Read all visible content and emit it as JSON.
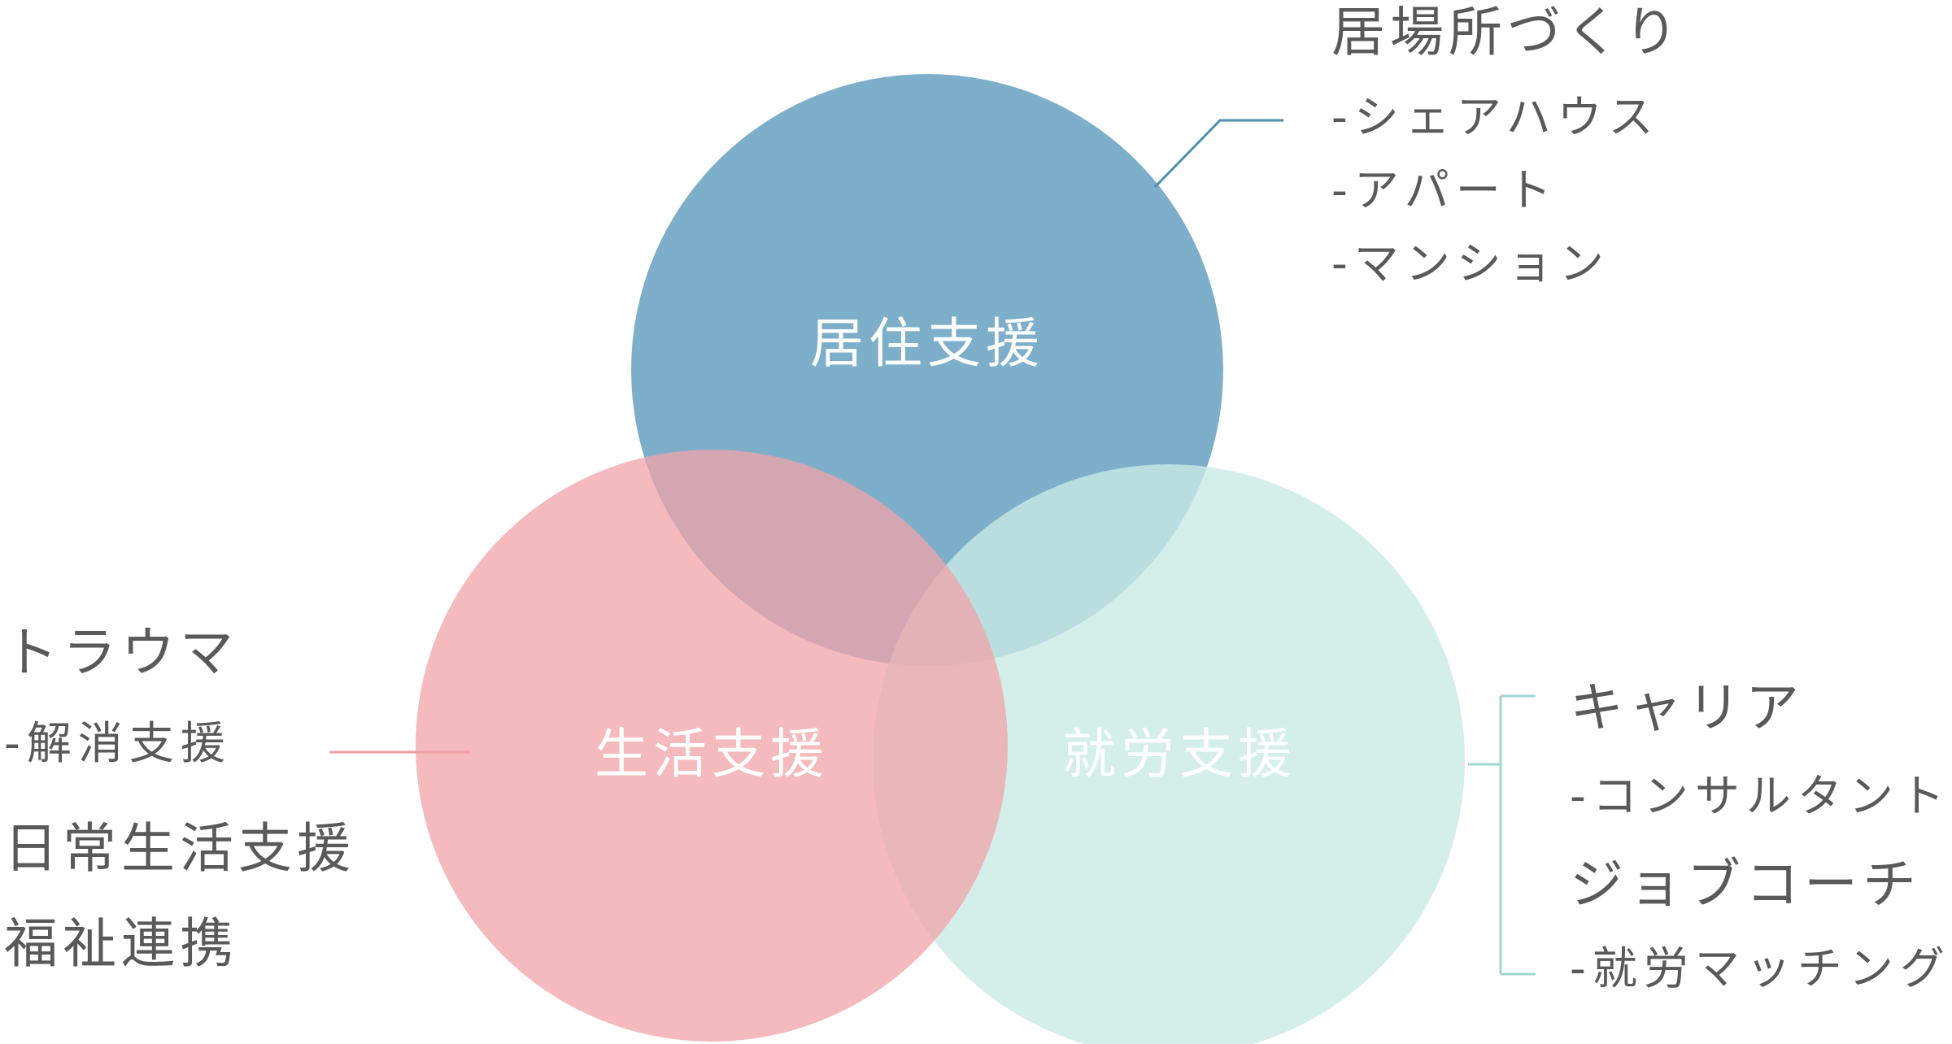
{
  "colors": {
    "housing": "#5d9bbd",
    "living": "#f0a3a8",
    "work": "#c9eae4",
    "housing_line": "#4a8fae",
    "living_line": "#ee9fa4",
    "work_line": "#9fd6cd",
    "text": "#595959",
    "circle_text": "#ffffff"
  },
  "circles": {
    "housing": {
      "label": "居住支援"
    },
    "living": {
      "label": "生活支援"
    },
    "work": {
      "label": "就労支援"
    }
  },
  "notes": {
    "housing": {
      "heading": "居場所づくり",
      "items": [
        "-シェアハウス",
        "-アパート",
        "-マンション"
      ]
    },
    "living": {
      "heading1": "トラウマ",
      "item1": "-解消支援",
      "heading2": "日常生活支援",
      "heading3": "福祉連携"
    },
    "work": {
      "heading1": "キャリア",
      "item1": "-コンサルタント",
      "heading2": "ジョブコーチ",
      "item2": "-就労マッチング"
    }
  }
}
